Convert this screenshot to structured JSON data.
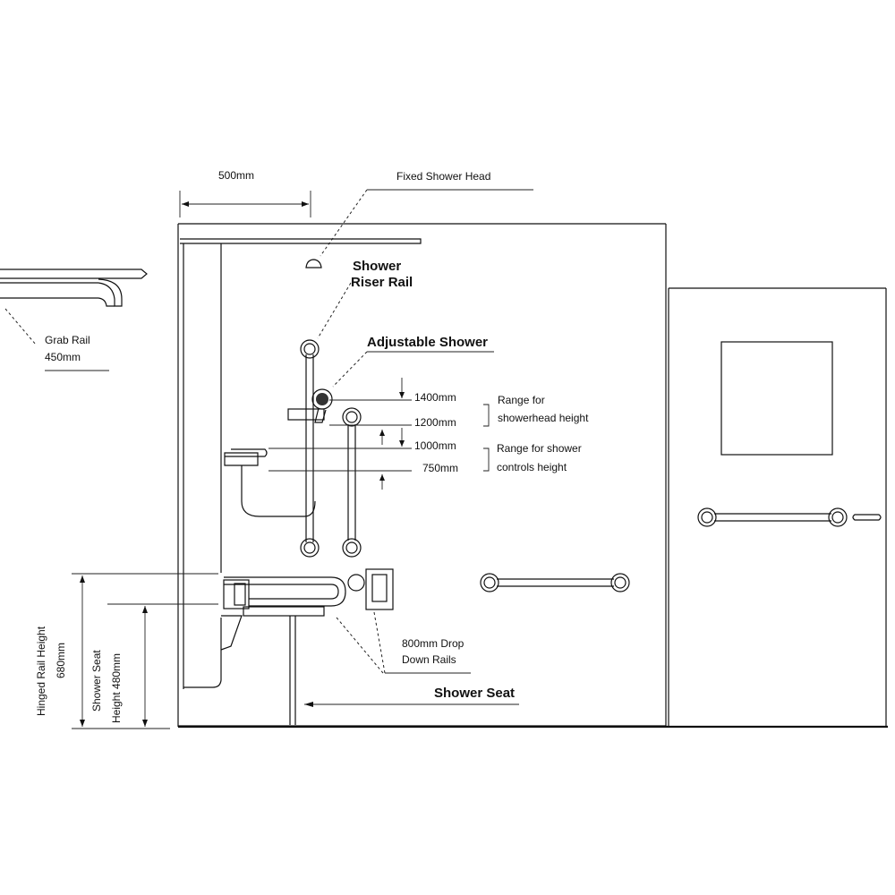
{
  "labels": {
    "width_500": "500mm",
    "fixed_head": "Fixed Shower Head",
    "riser_rail_1": "Shower",
    "riser_rail_2": "Riser Rail",
    "adjustable_shower": "Adjustable Shower",
    "grab_rail_1": "Grab Rail",
    "grab_rail_2": "450mm",
    "h1400": "1400mm",
    "h1200": "1200mm",
    "h1000": "1000mm",
    "h750": "750mm",
    "range_head_1": "Range for",
    "range_head_2": "showerhead height",
    "range_ctrl_1": "Range for shower",
    "range_ctrl_2": "controls height",
    "drop_down_1": "800mm Drop",
    "drop_down_2": "Down Rails",
    "shower_seat": "Shower Seat",
    "hinged_1": "Hinged Rail Height",
    "hinged_2": "680mm",
    "seat_h_1": "Shower Seat",
    "seat_h_2": "Height 480mm"
  }
}
